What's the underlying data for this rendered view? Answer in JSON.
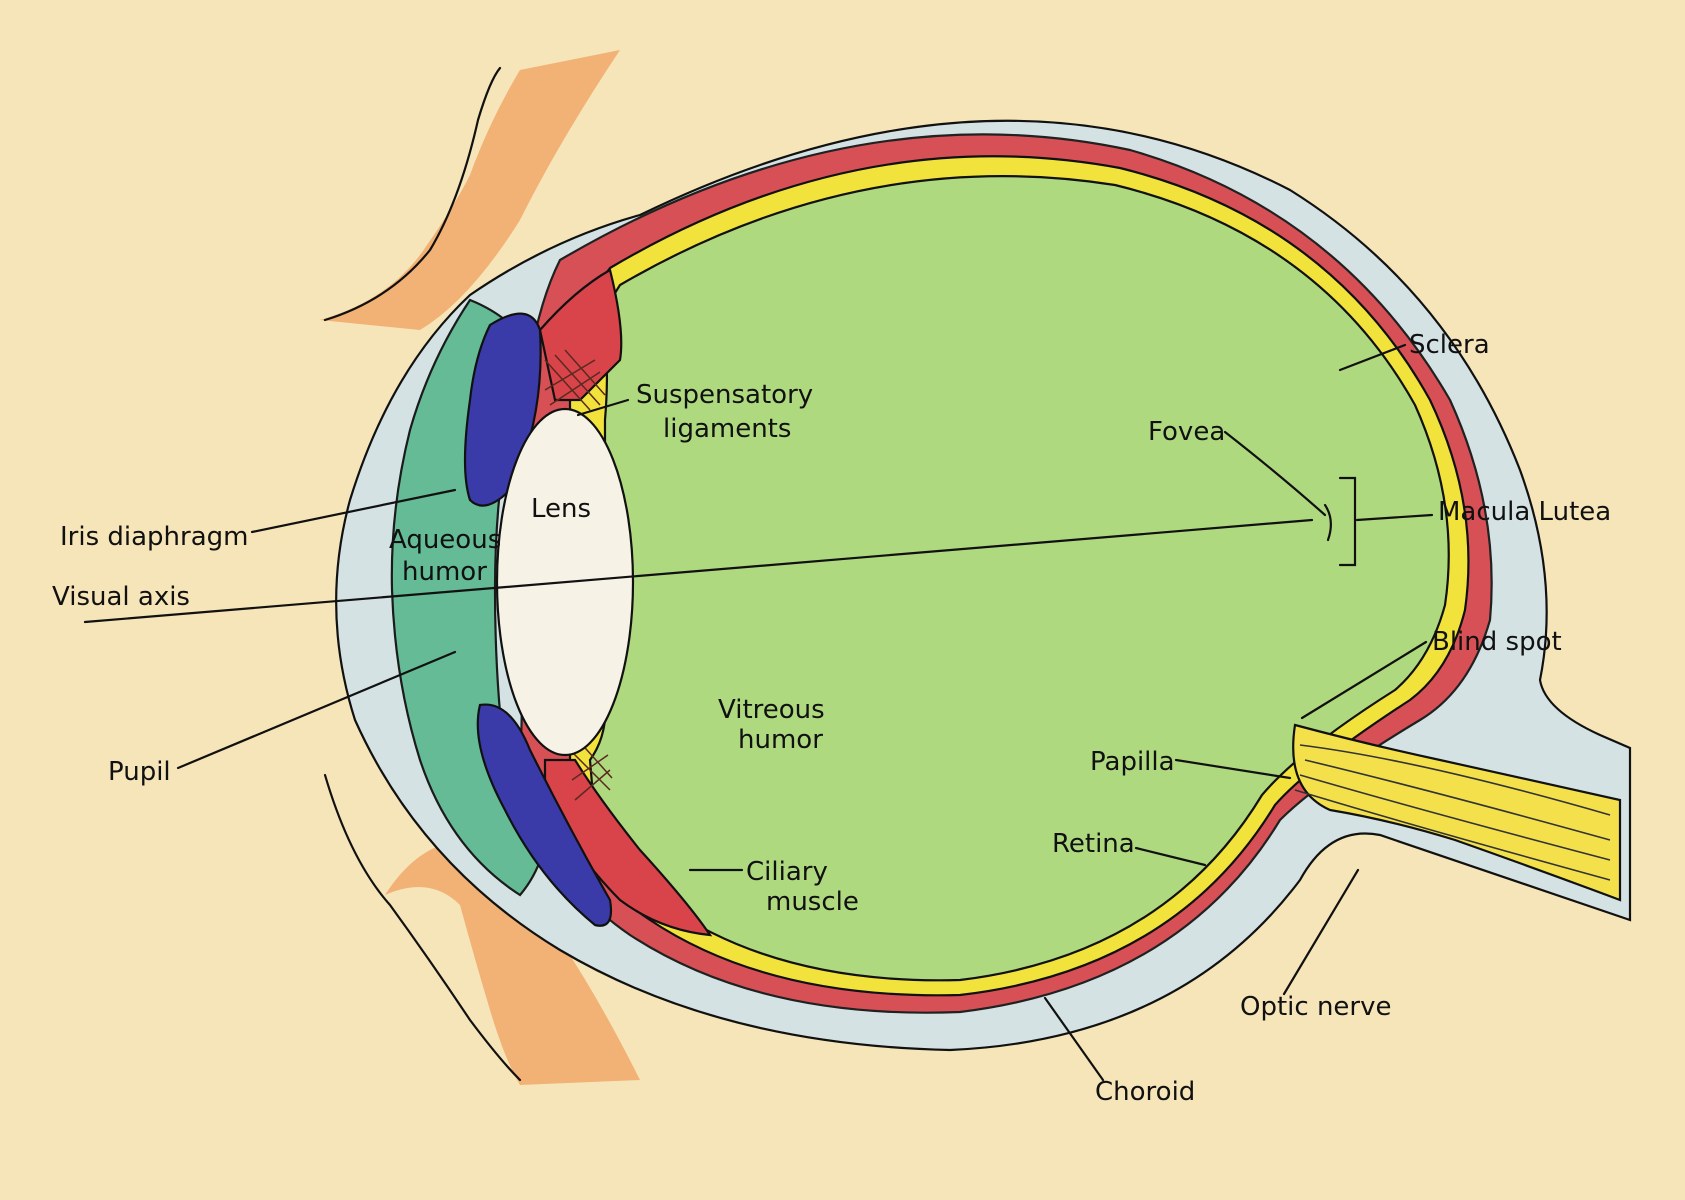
{
  "diagram": {
    "colors": {
      "background": "#f6e5b9",
      "sclera": "#d4e2e4",
      "choroid": "#d8444a",
      "retina": "#f2e23c",
      "vitreous": "#afd97f",
      "aqueous": "#5fb992",
      "iris": "#3a3aa8",
      "lens": "#f7f2e6",
      "eyelid": "#f2ab6e",
      "optic_nerve": "#f3e04a"
    },
    "labels": {
      "sclera": "Sclera",
      "suspensatory_line1": "Suspensatory",
      "suspensatory_line2": "ligaments",
      "fovea": "Fovea",
      "lens": "Lens",
      "macula_lutea": "Macula Lutea",
      "iris_diaphragm": "Iris diaphragm",
      "aqueous_line1": "Aqueous",
      "aqueous_line2": "humor",
      "visual_axis": "Visual axis",
      "blind_spot": "Blind spot",
      "vitreous_line1": "Vitreous",
      "vitreous_line2": "humor",
      "papilla": "Papilla",
      "pupil": "Pupil",
      "retina": "Retina",
      "ciliary_line1": "Ciliary",
      "ciliary_line2": "muscle",
      "optic_nerve": "Optic nerve",
      "choroid": "Choroid"
    }
  }
}
